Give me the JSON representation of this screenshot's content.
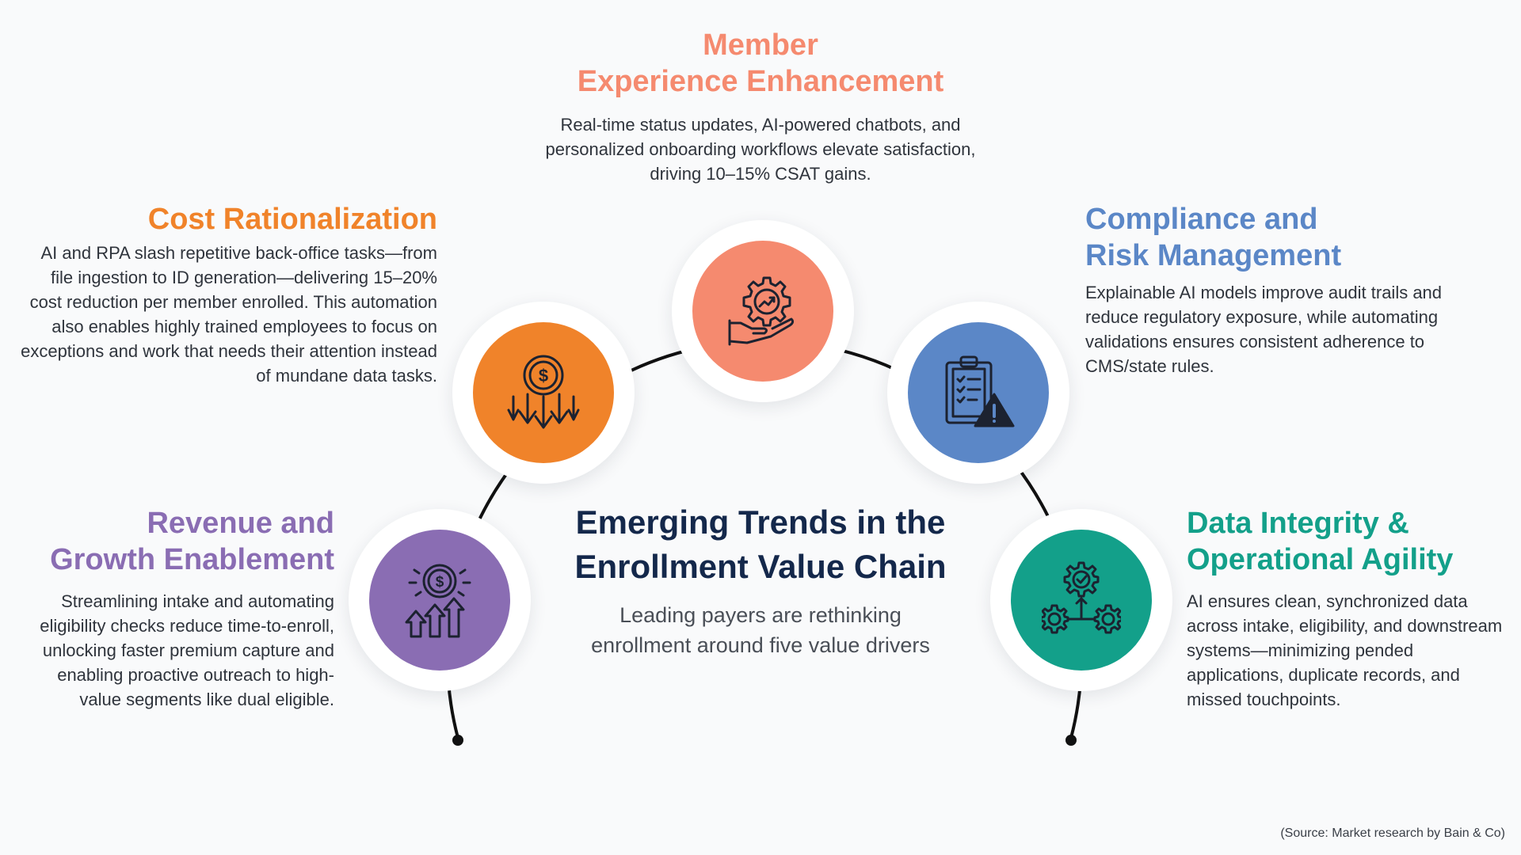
{
  "center": {
    "title_line1": "Emerging Trends in the",
    "title_line2": "Enrollment Value Chain",
    "subtitle_line1": "Leading payers are rethinking",
    "subtitle_line2": "enrollment around five value drivers"
  },
  "drivers": {
    "member": {
      "title_line1": "Member",
      "title_line2": "Experience Enhancement",
      "description": "Real-time status updates, AI-powered chatbots, and personalized onboarding workflows elevate satisfaction, driving 10–15% CSAT gains.",
      "color": "#f58a6f",
      "icon": "hand-gear-growth-icon"
    },
    "cost": {
      "title": "Cost Rationalization",
      "description": "AI and RPA slash repetitive back-office tasks—from file ingestion to ID generation—delivering 15–20% cost reduction per member enrolled. This automation also enables highly trained employees to focus on exceptions and work that needs their attention instead of mundane data tasks.",
      "color": "#f0832a",
      "icon": "dollar-down-arrows-icon"
    },
    "compliance": {
      "title_line1": "Compliance and",
      "title_line2": "Risk Management",
      "description": "Explainable AI models improve audit trails and reduce regulatory exposure, while automating validations ensures consistent adherence to CMS/state rules.",
      "color": "#5b87c7",
      "icon": "clipboard-warning-icon"
    },
    "revenue": {
      "title_line1": "Revenue and",
      "title_line2": "Growth Enablement",
      "description": "Streamlining intake and automating eligibility checks reduce time-to-enroll, unlocking faster premium capture and enabling proactive outreach to high-value segments like dual eligible.",
      "color": "#8a6db3",
      "icon": "dollar-up-arrows-icon"
    },
    "data": {
      "title_line1": "Data Integrity &",
      "title_line2": "Operational Agility",
      "description": "AI ensures clean, synchronized data across intake, eligibility, and downstream systems—minimizing pended applications, duplicate records, and missed touchpoints.",
      "color": "#13a08a",
      "icon": "gears-network-icon"
    }
  },
  "source": "(Source: Market research by Bain & Co)"
}
